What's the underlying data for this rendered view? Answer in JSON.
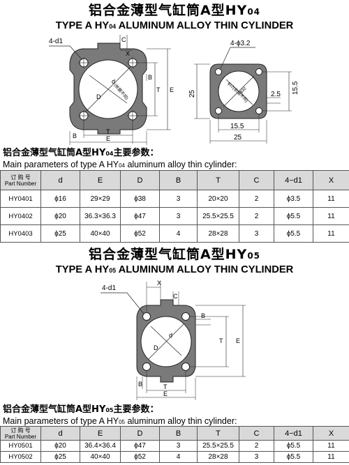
{
  "section1": {
    "title_cn": "铝合金薄型气缸筒A型HY",
    "title_cn_sub": "04",
    "title_en_pre": "TYPE A HY",
    "title_en_sub": "04",
    "title_en_post": " ALUMINUM ALLOY THIN CYLINDER",
    "drawing1_labels": {
      "holes": "4-d1",
      "c": "C",
      "x": "X",
      "b": "B",
      "t": "T",
      "e": "E",
      "d_small": "d",
      "d_big": "D",
      "note": "(依据不同) "
    },
    "drawing2_labels": {
      "holes": "4-ϕ3.2",
      "dim_25_left": "25",
      "dim_155_right": "15.5",
      "dim_25_side": "2.5",
      "dim_155_bottom": "15.5",
      "dim_25_bottom": "25",
      "d_inner": "ϕ12(依据不同)",
      "d_hole": "ϕ32"
    },
    "params_cn": "铝合金薄型气缸筒A型HY",
    "params_cn_sub": "04",
    "params_cn_post": "主要参数：",
    "params_en_pre": "Main parameters of type A HY",
    "params_en_sub": "04",
    "params_en_post": " aluminum alloy thin cylinder:"
  },
  "section2": {
    "title_cn": "铝合金薄型气缸筒A型HY",
    "title_cn_sub": "05",
    "title_en_pre": "TYPE A HY",
    "title_en_sub": "05",
    "title_en_post": " ALUMINUM ALLOY THIN CYLINDER",
    "drawing_labels": {
      "holes": "4-d1",
      "x": "X",
      "c": "C",
      "b_top": "B",
      "e": "E",
      "t": "T",
      "d_small": "d",
      "d_big": "D",
      "b_left": "B",
      "t_bottom": "T",
      "e_bottom": "E"
    },
    "params_cn": "铝合金薄型气缸筒A型HY",
    "params_cn_sub": "05",
    "params_cn_post": "主要参数：",
    "params_en_pre": "Main parameters of type A HY",
    "params_en_sub": "05",
    "params_en_post": " aluminum alloy thin cylinder:"
  },
  "table_headers": {
    "part_cn": "订 购 号",
    "part_en": "Part Number",
    "cols": [
      "d",
      "E",
      "D",
      "B",
      "T",
      "C",
      "4−d1",
      "X"
    ]
  },
  "table1_rows": [
    [
      "HY0401",
      "ϕ16",
      "29×29",
      "ϕ38",
      "3",
      "20×20",
      "2",
      "ϕ3.5",
      "11"
    ],
    [
      "HY0402",
      "ϕ20",
      "36.3×36.3",
      "ϕ47",
      "3",
      "25.5×25.5",
      "2",
      "ϕ5.5",
      "11"
    ],
    [
      "HY0403",
      "ϕ25",
      "40×40",
      "ϕ52",
      "4",
      "28×28",
      "3",
      "ϕ5.5",
      "11"
    ]
  ],
  "table2_rows": [
    [
      "HY0501",
      "ϕ20",
      "36.4×36.4",
      "ϕ47",
      "3",
      "25.5×25.5",
      "2",
      "ϕ5.5",
      "11"
    ],
    [
      "HY0502",
      "ϕ25",
      "40×40",
      "ϕ52",
      "4",
      "28×28",
      "3",
      "ϕ5.5",
      "11"
    ]
  ]
}
